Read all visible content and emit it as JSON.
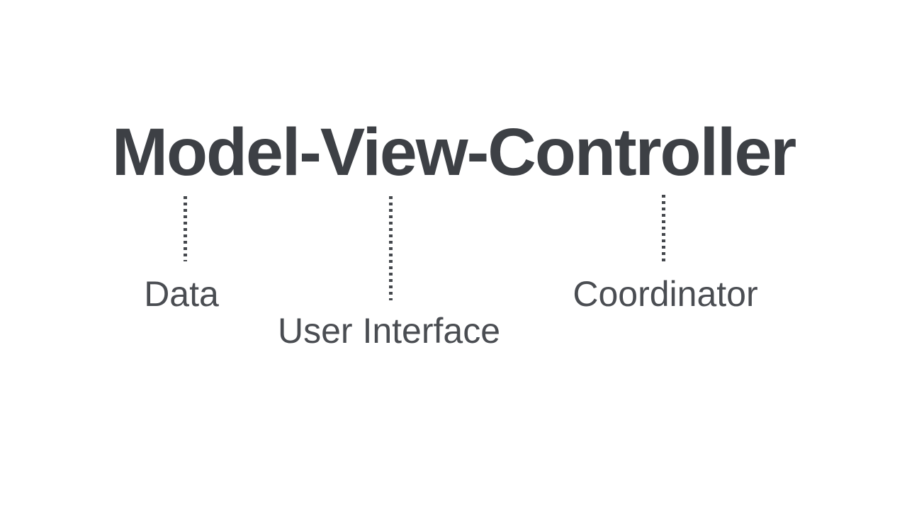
{
  "diagram": {
    "title": "Model-View-Controller",
    "annotations": [
      {
        "term": "Model",
        "label": "Data"
      },
      {
        "term": "View",
        "label": "User Interface"
      },
      {
        "term": "Controller",
        "label": "Coordinator"
      }
    ],
    "colors": {
      "background": "#ffffff",
      "title_text": "#3d4045",
      "label_text": "#4a4d52",
      "connector_dots": "#45484d"
    }
  }
}
